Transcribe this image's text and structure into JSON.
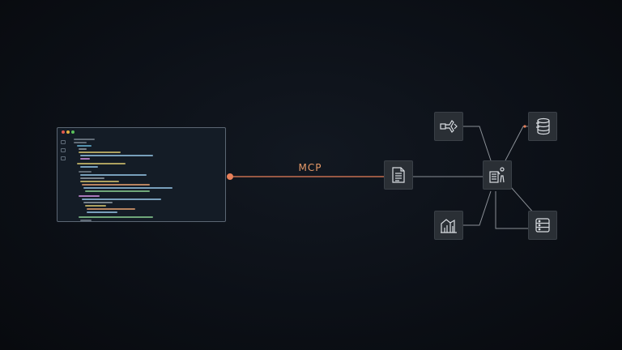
{
  "diagram": {
    "connection_label": "MCP",
    "colors": {
      "background": "#0c1017",
      "accent": "#e8805a",
      "link": "#8a8f96",
      "node_fill": "#2a2f35",
      "icon_stroke": "#d9dde2"
    },
    "nodes": [
      {
        "id": "editor",
        "icon": "code-editor-window"
      },
      {
        "id": "document",
        "icon": "document-icon"
      },
      {
        "id": "hub",
        "icon": "server-with-person-icon"
      },
      {
        "id": "pipe",
        "icon": "pipe-funnel-icon"
      },
      {
        "id": "warehouse",
        "icon": "warehouse-chart-icon"
      },
      {
        "id": "database-stack",
        "icon": "database-stack-icon"
      },
      {
        "id": "database",
        "icon": "database-icon"
      }
    ]
  }
}
